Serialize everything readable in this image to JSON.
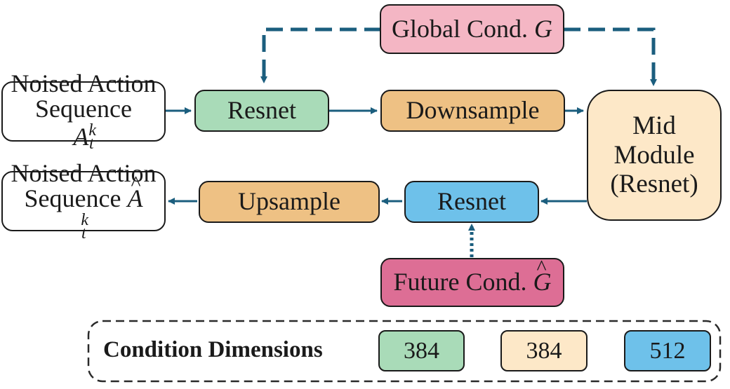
{
  "diagram": {
    "global_cond": {
      "text": "Global Cond.",
      "symbol": "G",
      "fill": "#f4b6c4"
    },
    "future_cond": {
      "text": "Future Cond.",
      "symbol": "G",
      "fill": "#dd6e95"
    },
    "input": {
      "line1": "Noised Action",
      "line2": "Sequence",
      "symbol": "A",
      "sup": "k",
      "sub": "t"
    },
    "output": {
      "line1": "Noised Action",
      "line2": "Sequence",
      "symbol": "A",
      "sup": "k",
      "sub": "t"
    },
    "resnet_down": {
      "label": "Resnet",
      "fill": "#a9dbb8"
    },
    "downsample": {
      "label": "Downsample",
      "fill": "#eec184"
    },
    "mid_module": {
      "line1": "Mid",
      "line2": "Module",
      "line3": "(Resnet)",
      "fill": "#fde8c8"
    },
    "resnet_up": {
      "label": "Resnet",
      "fill": "#6ec1ea"
    },
    "upsample": {
      "label": "Upsample",
      "fill": "#eec184"
    },
    "arrow_color": "#1b5e7e"
  },
  "legend": {
    "title": "Condition Dimensions",
    "items": [
      {
        "value": "384",
        "fill": "#a9dbb8"
      },
      {
        "value": "384",
        "fill": "#fde8c8"
      },
      {
        "value": "512",
        "fill": "#6ec1ea"
      }
    ]
  }
}
